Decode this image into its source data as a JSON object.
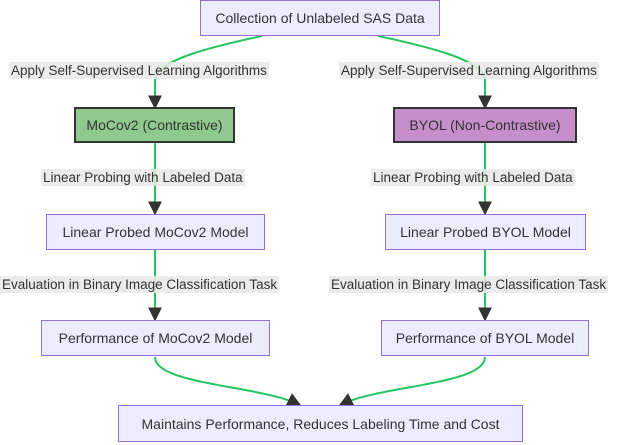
{
  "nodes": {
    "collection": "Collection of Unlabeled SAS Data",
    "mocov2": "MoCov2 (Contrastive)",
    "byol": "BYOL (Non-Contrastive)",
    "probed_mocov2": "Linear Probed MoCov2 Model",
    "probed_byol": "Linear Probed BYOL Model",
    "perf_mocov2": "Performance of MoCov2 Model",
    "perf_byol": "Performance of BYOL Model",
    "outcome": "Maintains Performance, Reduces Labeling Time and Cost"
  },
  "edge_labels": {
    "apply_ssl_left": "Apply Self-Supervised Learning Algorithms",
    "apply_ssl_right": "Apply Self-Supervised Learning Algorithms",
    "linear_probe_left": "Linear Probing with Labeled Data",
    "linear_probe_right": "Linear Probing with Labeled Data",
    "evaluation_left": "Evaluation in Binary Image Classification Task",
    "evaluation_right": "Evaluation in Binary Image Classification Task"
  },
  "colors": {
    "default_node_fill": "#ECECFF",
    "default_node_border": "#9370DB",
    "mocov2_fill": "#90C98D",
    "byol_fill": "#C68FCB",
    "edge_green": "#22C55E",
    "edge_dark": "#333333"
  }
}
